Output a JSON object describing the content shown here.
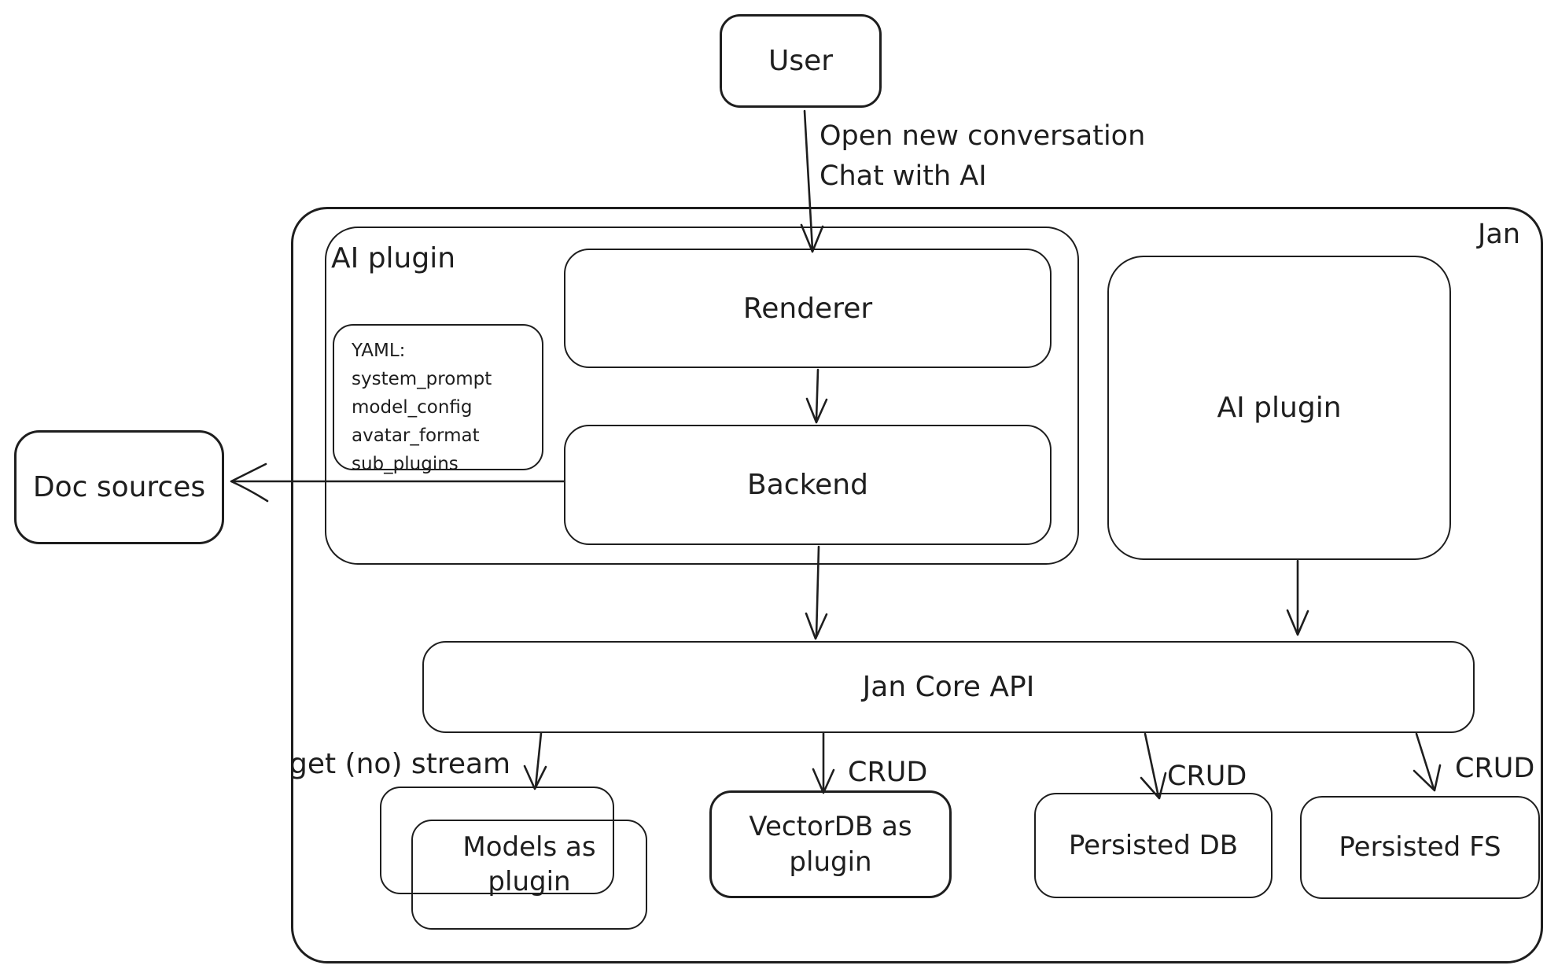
{
  "colors": {
    "stroke": "#1e1e1e",
    "background": "#ffffff"
  },
  "nodes": {
    "user": {
      "label": "User"
    },
    "jan": {
      "label": "Jan"
    },
    "ai_plugin_container": {
      "label": "AI plugin"
    },
    "renderer": {
      "label": "Renderer"
    },
    "backend": {
      "label": "Backend"
    },
    "yaml_note": {
      "lines": [
        "YAML:",
        "system_prompt",
        "model_config",
        "avatar_format",
        "sub_plugins"
      ]
    },
    "ai_plugin_right": {
      "label": "AI plugin"
    },
    "doc_sources": {
      "label": "Doc sources"
    },
    "jan_core_api": {
      "label": "Jan Core API"
    },
    "models_plugin": {
      "label": "Models as plugin"
    },
    "vectordb_plugin": {
      "label": "VectorDB as plugin"
    },
    "persisted_db": {
      "label": "Persisted DB"
    },
    "persisted_fs": {
      "label": "Persisted FS"
    }
  },
  "edge_labels": {
    "user_flow_line1": "Open new conversation",
    "user_flow_line2": "Chat with AI",
    "get_no_stream": "get (no) stream",
    "crud": "CRUD"
  }
}
